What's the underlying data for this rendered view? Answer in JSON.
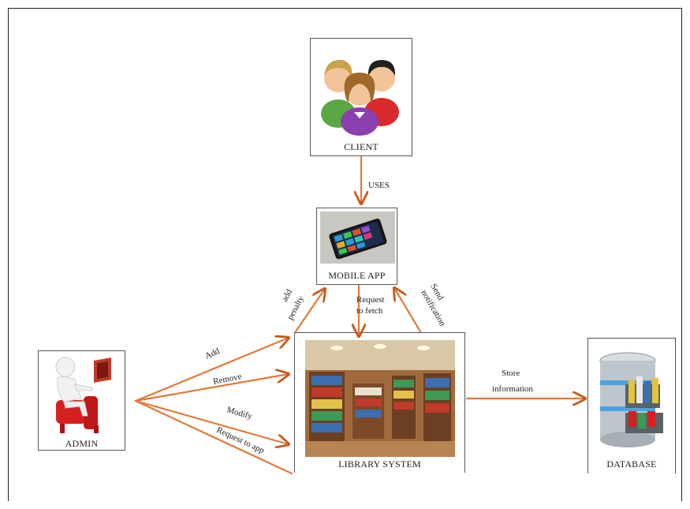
{
  "nodes": {
    "client": "CLIENT",
    "mobile_app": "MOBILE APP",
    "library_system": "LIBRARY  SYSTEM",
    "admin": "ADMIN",
    "database": "DATABASE"
  },
  "edges": {
    "uses": "USES",
    "add_penalty_1": "add",
    "add_penalty_2": "penalty",
    "request_fetch_1": "Request",
    "request_fetch_2": "to fetch",
    "send_notification_1": "Send",
    "send_notification_2": "notification",
    "add": "Add",
    "remove": "Remove",
    "modify": "Modify",
    "request_app": "Request  to app",
    "store_1": "Store",
    "store_2": "information"
  },
  "colors": {
    "arrow": "#e07a3a",
    "border": "#555555"
  }
}
